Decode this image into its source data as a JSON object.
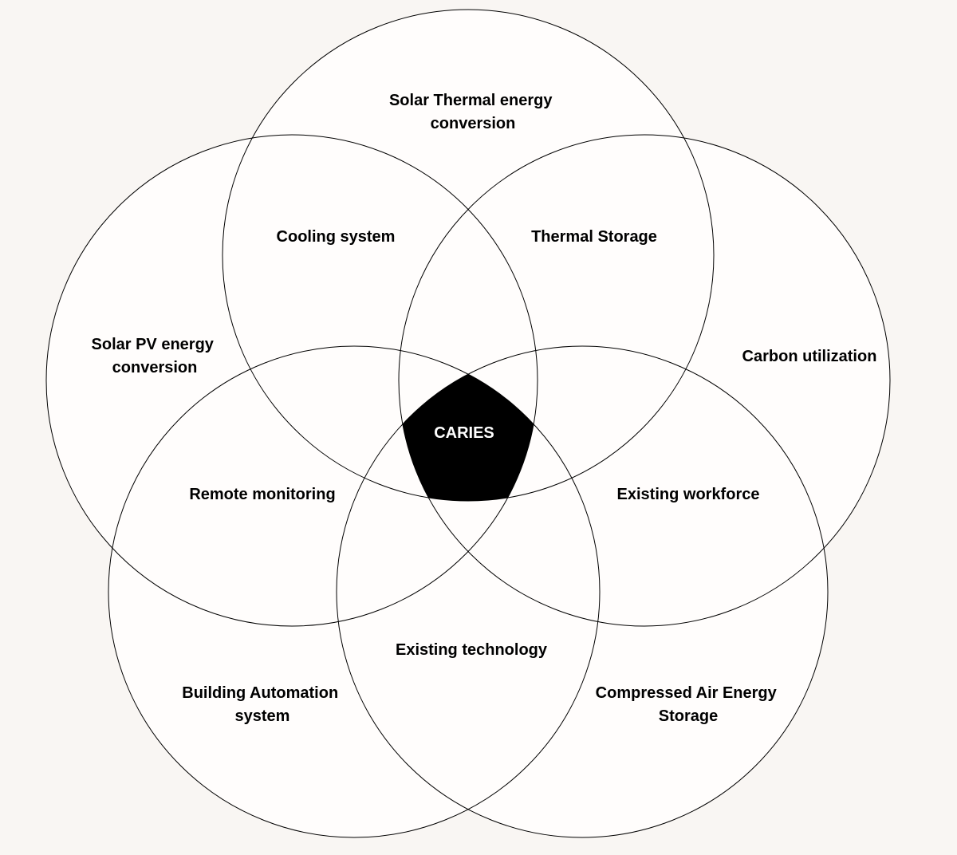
{
  "colors": {
    "background": "#f9f6f3",
    "outline": "#000000",
    "circle_fill": "#fffdfc",
    "center_fill": "#000000",
    "center_text": "#ffffff"
  },
  "labels": {
    "solar_thermal": [
      "Solar Thermal energy",
      "conversion"
    ],
    "solar_pv": [
      "Solar PV energy",
      "conversion"
    ],
    "carbon": "Carbon utilization",
    "building_automation": [
      "Building Automation",
      "system"
    ],
    "compressed_air": [
      "Compressed Air Energy",
      "Storage"
    ],
    "cooling": "Cooling system",
    "thermal_storage": "Thermal Storage",
    "remote_monitoring": "Remote monitoring",
    "existing_workforce": "Existing workforce",
    "existing_technology": "Existing technology",
    "center": "CARIES"
  }
}
